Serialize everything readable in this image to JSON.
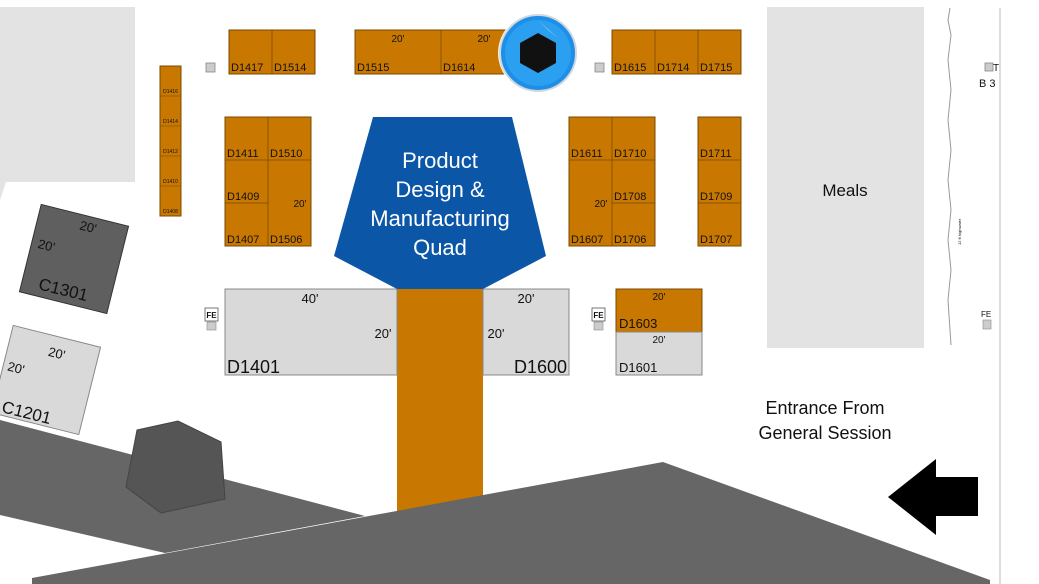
{
  "colors": {
    "booth": "#c87800",
    "booth_stroke": "#7a4a00",
    "gray_booth": "#d9d9d9",
    "dark_booth": "#5f5f5f",
    "quad": "#0b56a6",
    "wall": "#666666",
    "area": "#e3e3e3"
  },
  "booths": {
    "d1417": "D1417",
    "d1514": "D1514",
    "d1515": "D1515",
    "d1614": "D1614",
    "d1615": "D1615",
    "d1714": "D1714",
    "d1715": "D1715",
    "d1416": "D1416",
    "d1414": "D1414",
    "d1412": "D1412",
    "d1410": "D1410",
    "d1408": "D1408",
    "d1411": "D1411",
    "d1510": "D1510",
    "d1409": "D1409",
    "d1407": "D1407",
    "d1506": "D1506",
    "d1611": "D1611",
    "d1710": "D1710",
    "d1708": "D1708",
    "d1607": "D1607",
    "d1706": "D1706",
    "d1711": "D1711",
    "d1709": "D1709",
    "d1707": "D1707",
    "d1401": "D1401",
    "d1600": "D1600",
    "d1603": "D1603",
    "d1601": "D1601",
    "c1301": "C1301",
    "c1201": "C1201"
  },
  "dims": {
    "d20": "20'",
    "d40": "40'"
  },
  "quad": {
    "line1": "Product",
    "line2": "Design &",
    "line3": "Manufacturing",
    "line4": "Quad"
  },
  "meals": "Meals",
  "fe": "FE",
  "entrance": {
    "line1": "Entrance From",
    "line2": "General Session"
  },
  "edge": {
    "t": "T",
    "b3": "B 3"
  },
  "vertical_tiny": "12 ft highwater"
}
